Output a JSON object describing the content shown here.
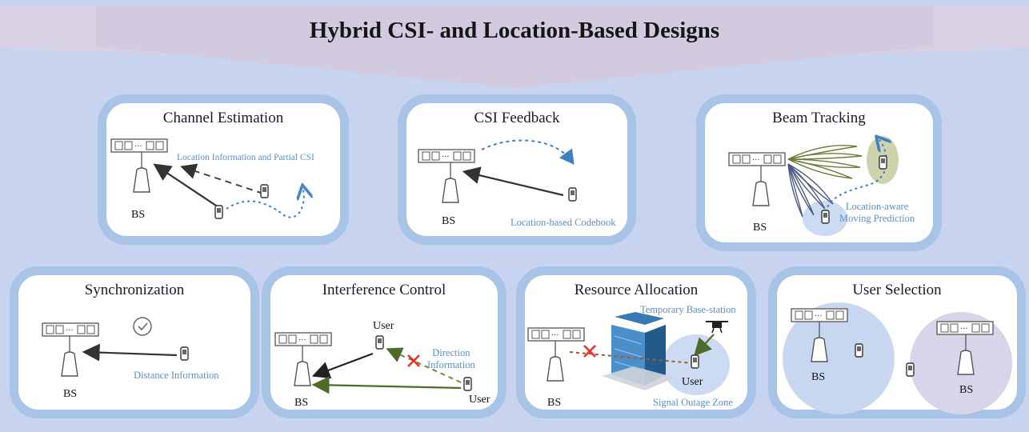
{
  "header": {
    "title": "Hybrid CSI- and Location-Based Designs"
  },
  "colors": {
    "background": "#c8d4ef",
    "banner": "#d7d1e3",
    "card_border": "#a7c3e6",
    "annotation": "#5a8fd0",
    "error": "#e8322a",
    "arrow_green": "#4f6b2a",
    "arrow_brown": "#a05a2a"
  },
  "cards": {
    "channel_estimation": {
      "title": "Channel Estimation",
      "annotation": "Location Information and Partial CSI",
      "bs": "BS"
    },
    "csi_feedback": {
      "title": "CSI Feedback",
      "annotation": "Location-based Codebook",
      "bs": "BS"
    },
    "beam_tracking": {
      "title": "Beam Tracking",
      "annotation_line1": "Location-aware",
      "annotation_line2": "Moving Prediction",
      "bs": "BS"
    },
    "synchronization": {
      "title": "Synchronization",
      "annotation": "Distance Information",
      "bs": "BS"
    },
    "interference_control": {
      "title": "Interference Control",
      "user_top": "User",
      "user_bottom": "User",
      "annotation_line1": "Direction",
      "annotation_line2": "Information",
      "bs": "BS"
    },
    "resource_allocation": {
      "title": "Resource Allocation",
      "annotation_top": "Temporary Base-station",
      "user": "User",
      "annotation_bottom": "Signal Outage Zone",
      "bs": "BS"
    },
    "user_selection": {
      "title": "User Selection",
      "bs_left": "BS",
      "bs_right": "BS"
    }
  }
}
